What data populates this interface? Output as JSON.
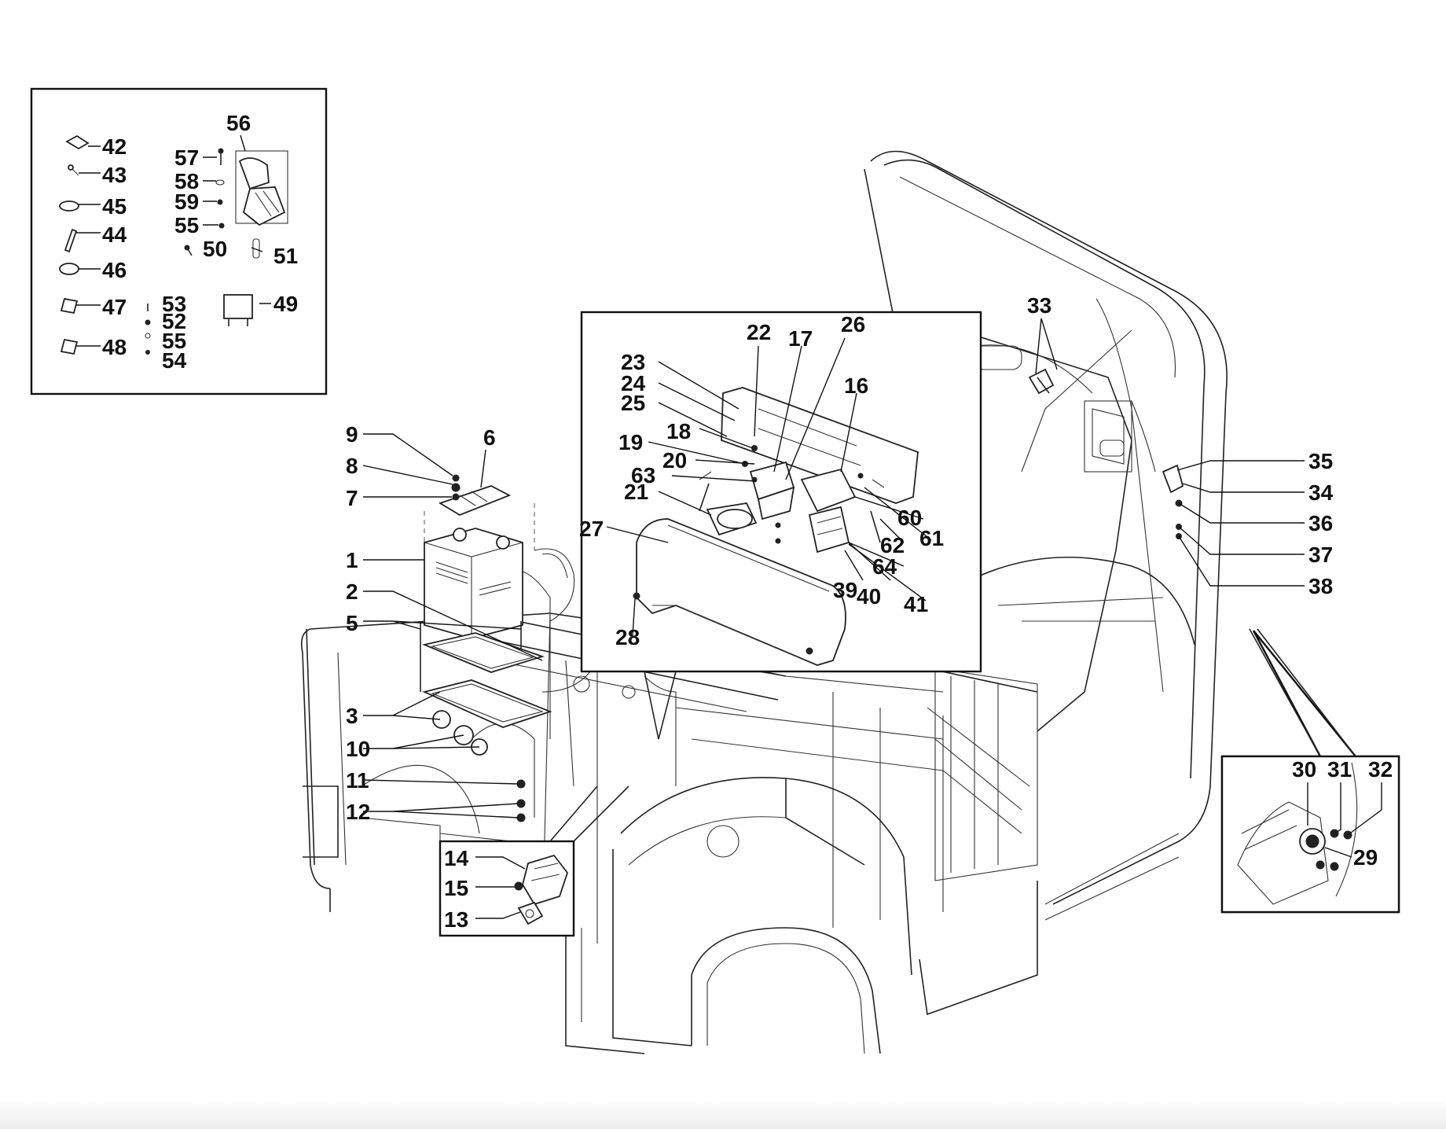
{
  "diagram": {
    "callouts_legend": [
      "42",
      "43",
      "45",
      "44",
      "46",
      "47",
      "48",
      "56",
      "57",
      "58",
      "59",
      "55",
      "50",
      "51",
      "53",
      "52",
      "55",
      "54",
      "49"
    ],
    "callouts_battery": [
      "9",
      "8",
      "7",
      "6",
      "1",
      "2",
      "5",
      "3",
      "10",
      "11",
      "12"
    ],
    "callouts_relay": [
      "14",
      "15",
      "13"
    ],
    "callouts_inset": [
      "23",
      "24",
      "25",
      "22",
      "17",
      "26",
      "16",
      "18",
      "19",
      "20",
      "63",
      "21",
      "27",
      "28",
      "60",
      "61",
      "62",
      "64",
      "39",
      "40",
      "41"
    ],
    "callouts_cab": [
      "33",
      "35",
      "34",
      "36",
      "37",
      "38"
    ],
    "callouts_socket": [
      "30",
      "31",
      "32",
      "29"
    ]
  }
}
